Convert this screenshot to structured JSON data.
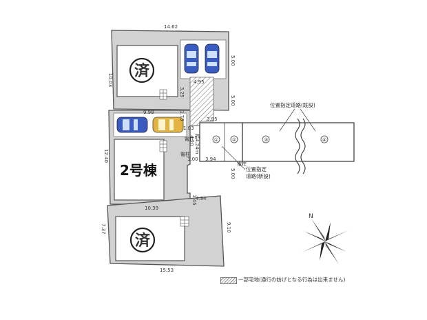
{
  "lots": {
    "top_badge": "済",
    "middle_title": "2号棟",
    "bottom_badge": "済"
  },
  "dimensions": {
    "top_width": "14.62",
    "top_left": "10.03",
    "top_right": "5.00",
    "top_parking_bottom": "4.95",
    "strip_vertical": "3.25",
    "right_5": "5.00",
    "mid_small": "1.73",
    "mid_width": "9.98",
    "mid_small2": "1.03",
    "road_395": "3.95",
    "road_width_label": "幅4.24m",
    "road_420": "4.20",
    "road_100": "1.00",
    "road_394": "3.94",
    "mid_left": "12.40",
    "mid_right": "5.00",
    "mid_145": "1.45",
    "mid_494": "4.94",
    "bottom_width_top": "10.39",
    "bottom_left": "7.37",
    "bottom_right": "9.10",
    "bottom_width": "15.53"
  },
  "markers": {
    "utility_pole_1": "電柱",
    "utility_pole_2": "電柱",
    "utility_pole_3": "電柱"
  },
  "road": {
    "existing_label": "位置指定道路(既設)",
    "new_label_1": "位置指定",
    "new_label_2": "道路(新設)",
    "segments": [
      "①",
      "②",
      "③",
      "④"
    ]
  },
  "compass": {
    "north_label": "N"
  },
  "legend": {
    "text": "一部宅地(通行の妨げとなる行為は出来ません)"
  }
}
